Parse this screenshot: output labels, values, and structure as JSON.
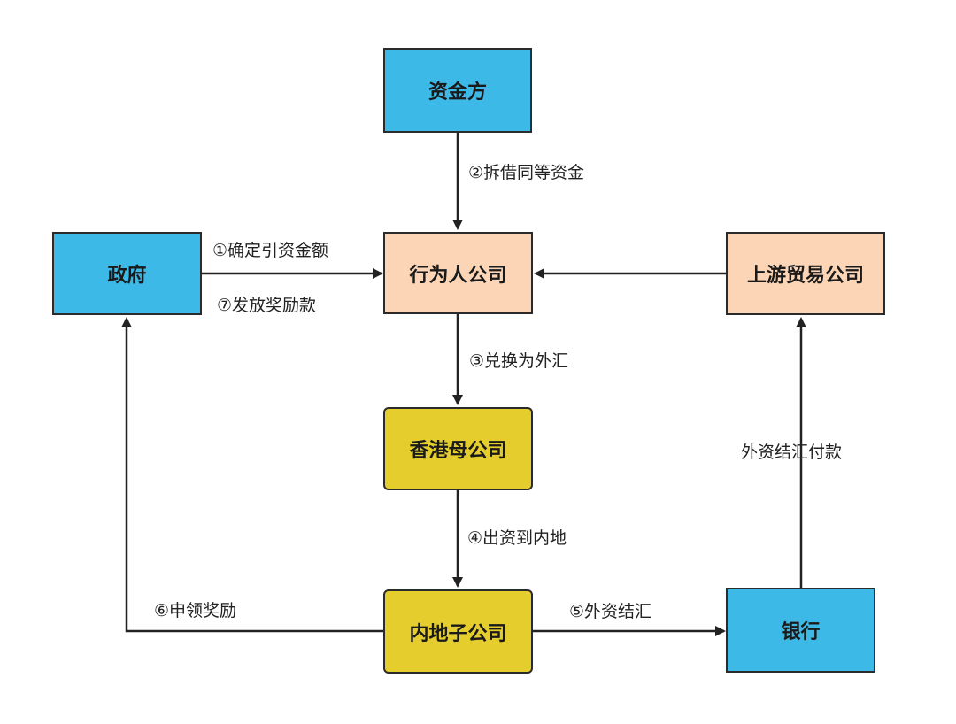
{
  "colors": {
    "blue_node": "#3cb9e6",
    "peach_node": "#fbd5b5",
    "gold_node": "#e5cd2e",
    "line": "#222222"
  },
  "nodes": {
    "capital_provider": "资金方",
    "government": "政府",
    "actor_company": "行为人公司",
    "upstream_trade_company": "上游贸易公司",
    "hk_parent_company": "香港母公司",
    "mainland_subsidiary": "内地子公司",
    "bank": "银行"
  },
  "edges": {
    "lend_funds": "②拆借同等资金",
    "set_investment_amount": "①确定引资金额",
    "issue_reward": "⑦发放奖励款",
    "exchange_fx": "③兑换为外汇",
    "invest_mainland": "④出资到内地",
    "apply_reward": "⑥申领奖励",
    "fx_settlement": "⑤外资结汇",
    "fx_payment": "外资结汇付款"
  }
}
